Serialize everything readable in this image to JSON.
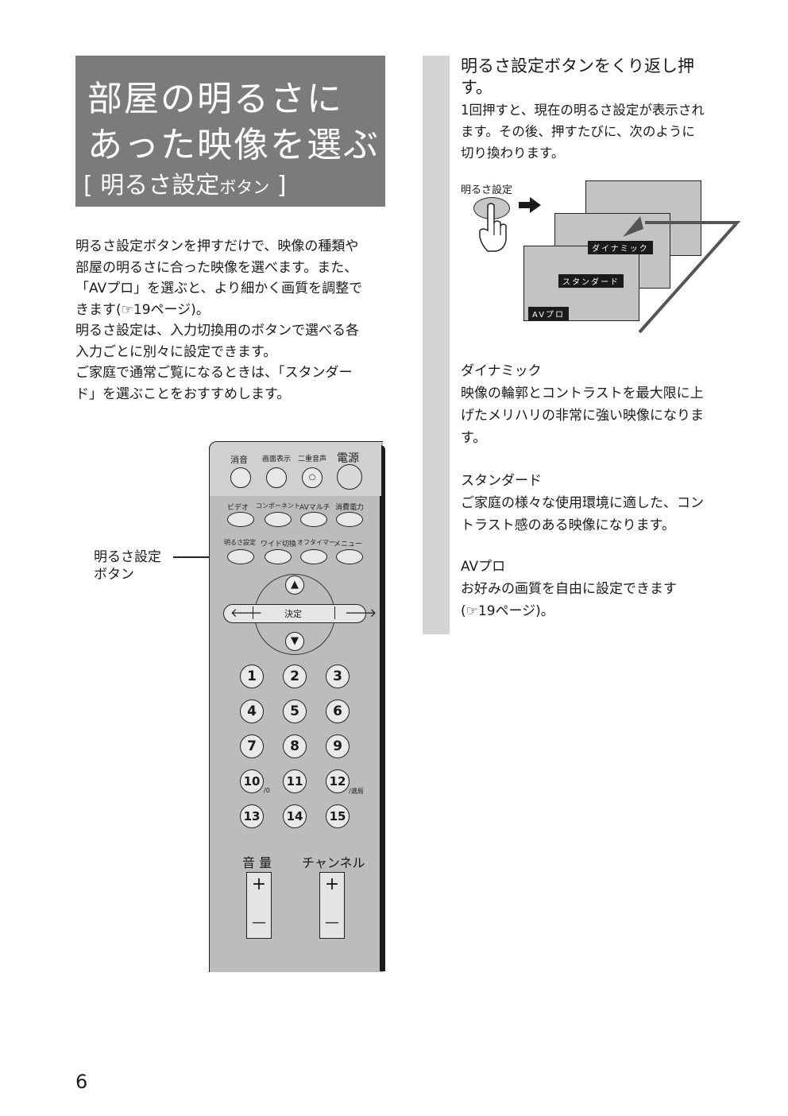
{
  "title": {
    "line1": "部屋の明るさに",
    "line2": "あった映像を選ぶ",
    "sub_open": "[ 明るさ設定",
    "sub_small": "ボタン",
    "sub_close": " ]"
  },
  "intro": {
    "lines": [
      "明るさ設定ボタンを押すだけで、映像の種類や",
      "部屋の明るさに合った映像を選べます。また、",
      "「AVプロ」を選ぶと、より細かく画質を調整で",
      "きます(☞19ページ)。",
      "明るさ設定は、入力切換用のボタンで選べる各",
      "入力ごとに別々に設定できます。",
      "ご家庭で通常ご覧になるときは、「スタンダー",
      "ド」を選ぶことをおすすめします。"
    ]
  },
  "callout": {
    "line1": "明るさ設定",
    "line2": "ボタン"
  },
  "step": {
    "heading_l1": "明るさ設定ボタンをくり返し押",
    "heading_l2": "す。",
    "body_l1": "1回押すと、現在の明るさ設定が表示され",
    "body_l2": "ます。その後、押すたびに、次のように",
    "body_l3": "切り換わります。"
  },
  "diagram": {
    "button_label": "明るさ設定",
    "screens": [
      "ダイナミック",
      "スタンダード",
      "AVプロ"
    ]
  },
  "modes": [
    {
      "name": "ダイナミック",
      "desc": [
        "映像の輪郭とコントラストを最大限に上",
        "げたメリハリの非常に強い映像になりま",
        "す。"
      ]
    },
    {
      "name": "スタンダード",
      "desc": [
        "ご家庭の様々な使用環境に適した、コン",
        "トラスト感のある映像になります。"
      ]
    },
    {
      "name": "AVプロ",
      "desc": [
        "お好みの画質を自由に設定できます",
        "(☞19ページ)。"
      ]
    }
  ],
  "remote": {
    "row1": [
      "消音",
      "画面表示",
      "二重音声",
      "電源"
    ],
    "row2": [
      "ビデオ",
      "コンポーネント",
      "AVマルチ",
      "消費電力"
    ],
    "row3": [
      "明るさ設定",
      "ワイド切換",
      "オフタイマー",
      "メニュー"
    ],
    "center_label": "決定",
    "numbers": [
      "1",
      "2",
      "3",
      "4",
      "5",
      "6",
      "7",
      "8",
      "9",
      "10",
      "11",
      "12",
      "13",
      "14",
      "15"
    ],
    "num10_sub": "/0",
    "num12_sub": "/選局",
    "volume_label": "音 量",
    "channel_label": "チャンネル",
    "plus": "+",
    "minus": "—"
  },
  "page_number": "6"
}
